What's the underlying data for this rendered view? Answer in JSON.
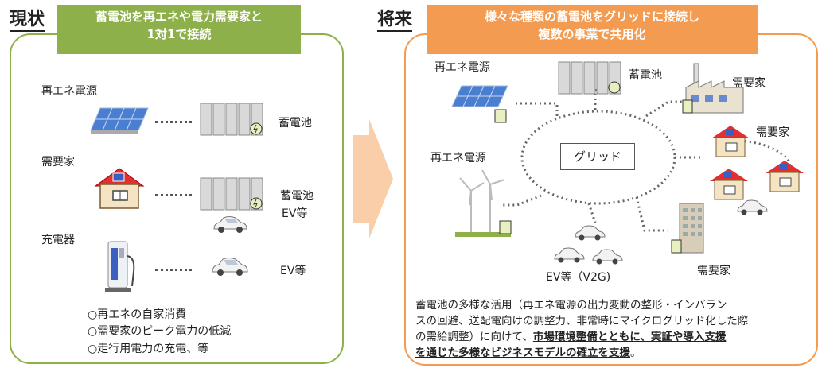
{
  "left": {
    "section_label": "現状",
    "banner_line1": "蓄電池を再エネや電力需要家と",
    "banner_line2": "1対1で接続",
    "rows": [
      {
        "left_label": "再エネ電源",
        "right_label_1": "蓄電池",
        "right_label_2": ""
      },
      {
        "left_label": "需要家",
        "right_label_1": "蓄電池",
        "right_label_2": "EV等"
      },
      {
        "left_label": "充電器",
        "right_label_1": "EV等",
        "right_label_2": ""
      }
    ],
    "bullets": [
      "○再エネの自家消費",
      "○需要家のピーク電力の低減",
      "○走行用電力の充電、等"
    ]
  },
  "right": {
    "section_label": "将来",
    "banner_line1": "様々な種類の蓄電池をグリッドに接続し",
    "banner_line2": "複数の事業で共用化",
    "grid_label": "グリッド",
    "labels": {
      "renewable_top": "再エネ電源",
      "battery": "蓄電池",
      "demand_top": "需要家",
      "demand_houses": "需要家",
      "renewable_wind": "再エネ電源",
      "ev_v2g": "EV等（V2G)",
      "demand_building": "需要家"
    },
    "body_lines": [
      "蓄電池の多様な活用（再エネ電源の出力変動の整形・インバラン",
      "スの回避、送配電向けの調整力、非常時にマイクログリッド化した際",
      "の需給調整）に向けて、",
      "市場環境整備とともに、実証や導入支援",
      "を通じた多様なビジネスモデルの確立を支援",
      "。"
    ]
  },
  "colors": {
    "left_accent": "#8db04a",
    "right_accent": "#f39b50",
    "arrow": "#f9c9a0"
  }
}
